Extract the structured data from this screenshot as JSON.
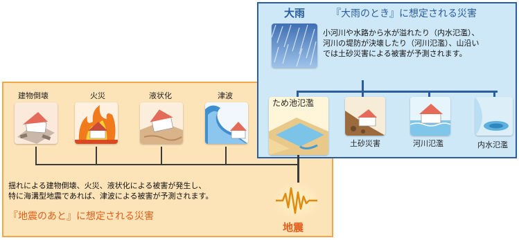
{
  "colors": {
    "quake_panel_bg": "#fde3b8",
    "quake_panel_border": "#f2a64a",
    "rain_panel_bg": "#cfe8f7",
    "rain_panel_border": "#2a5d9f",
    "quake_accent": "#e0601c",
    "rain_accent": "#2a5d9f"
  },
  "rain": {
    "title": "大雨",
    "subtitle": "『大雨のとき』に想定される災害",
    "description_lines": [
      "小河川や水路から水が溢れたり（内水氾濫）、",
      "河川の堤防が決壊したり（河川氾濫）、山沿い",
      "では土砂災害による被害が予測されます。"
    ],
    "center_item": {
      "label": "ため池氾濫",
      "icon": "reservoir-flood-icon"
    },
    "items": [
      {
        "label": "土砂災害",
        "icon": "landslide-icon"
      },
      {
        "label": "河川氾濫",
        "icon": "river-flood-icon"
      },
      {
        "label": "内水氾濫",
        "icon": "inland-flood-icon"
      }
    ],
    "icon": "heavy-rain-icon"
  },
  "quake": {
    "label": "地震",
    "icon": "earthquake-icon",
    "description_lines": [
      "揺れによる建物倒壊、火災、液状化による被害が発生し、",
      "特に海溝型地震であれば、津波による被害が予測されます。"
    ],
    "subtitle": "『地震のあと』に想定される災害",
    "items": [
      {
        "label": "建物倒壊",
        "icon": "building-collapse-icon"
      },
      {
        "label": "火災",
        "icon": "fire-icon"
      },
      {
        "label": "液状化",
        "icon": "liquefaction-icon"
      },
      {
        "label": "津波",
        "icon": "tsunami-icon"
      }
    ]
  }
}
